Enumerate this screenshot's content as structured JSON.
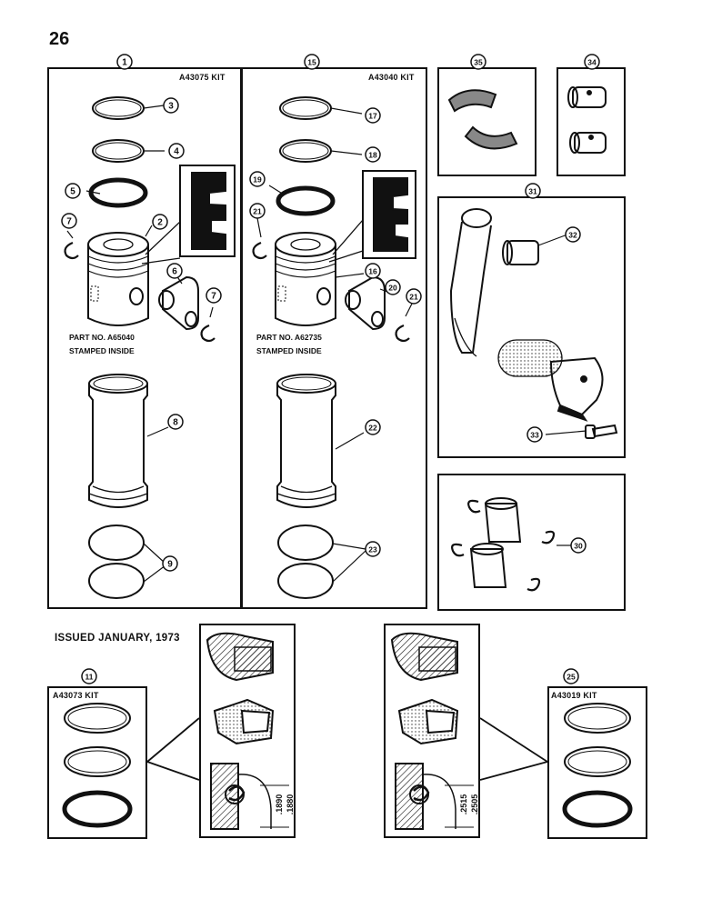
{
  "page": {
    "number": "26",
    "issued": "ISSUED JANUARY, 1973"
  },
  "kits": {
    "left_kit": "A43075 KIT",
    "middle_kit": "A43040 KIT",
    "rings_kit_a": "A43073 KIT",
    "rings_kit_b": "A43019 KIT"
  },
  "notes": {
    "left_part": "PART NO. A65040",
    "left_stamp": "STAMPED INSIDE",
    "middle_part": "PART NO. A62735",
    "middle_stamp": "STAMPED INSIDE"
  },
  "dimensions": {
    "a_upper": ".1890",
    "a_lower": ".1880",
    "b_upper": ".2515",
    "b_lower": ".2505"
  },
  "callouts": [
    "1",
    "2",
    "3",
    "4",
    "5",
    "6",
    "7",
    "8",
    "9",
    "11",
    "15",
    "16",
    "17",
    "18",
    "19",
    "20",
    "21",
    "22",
    "23",
    "25",
    "30",
    "31",
    "32",
    "33",
    "34",
    "35"
  ]
}
